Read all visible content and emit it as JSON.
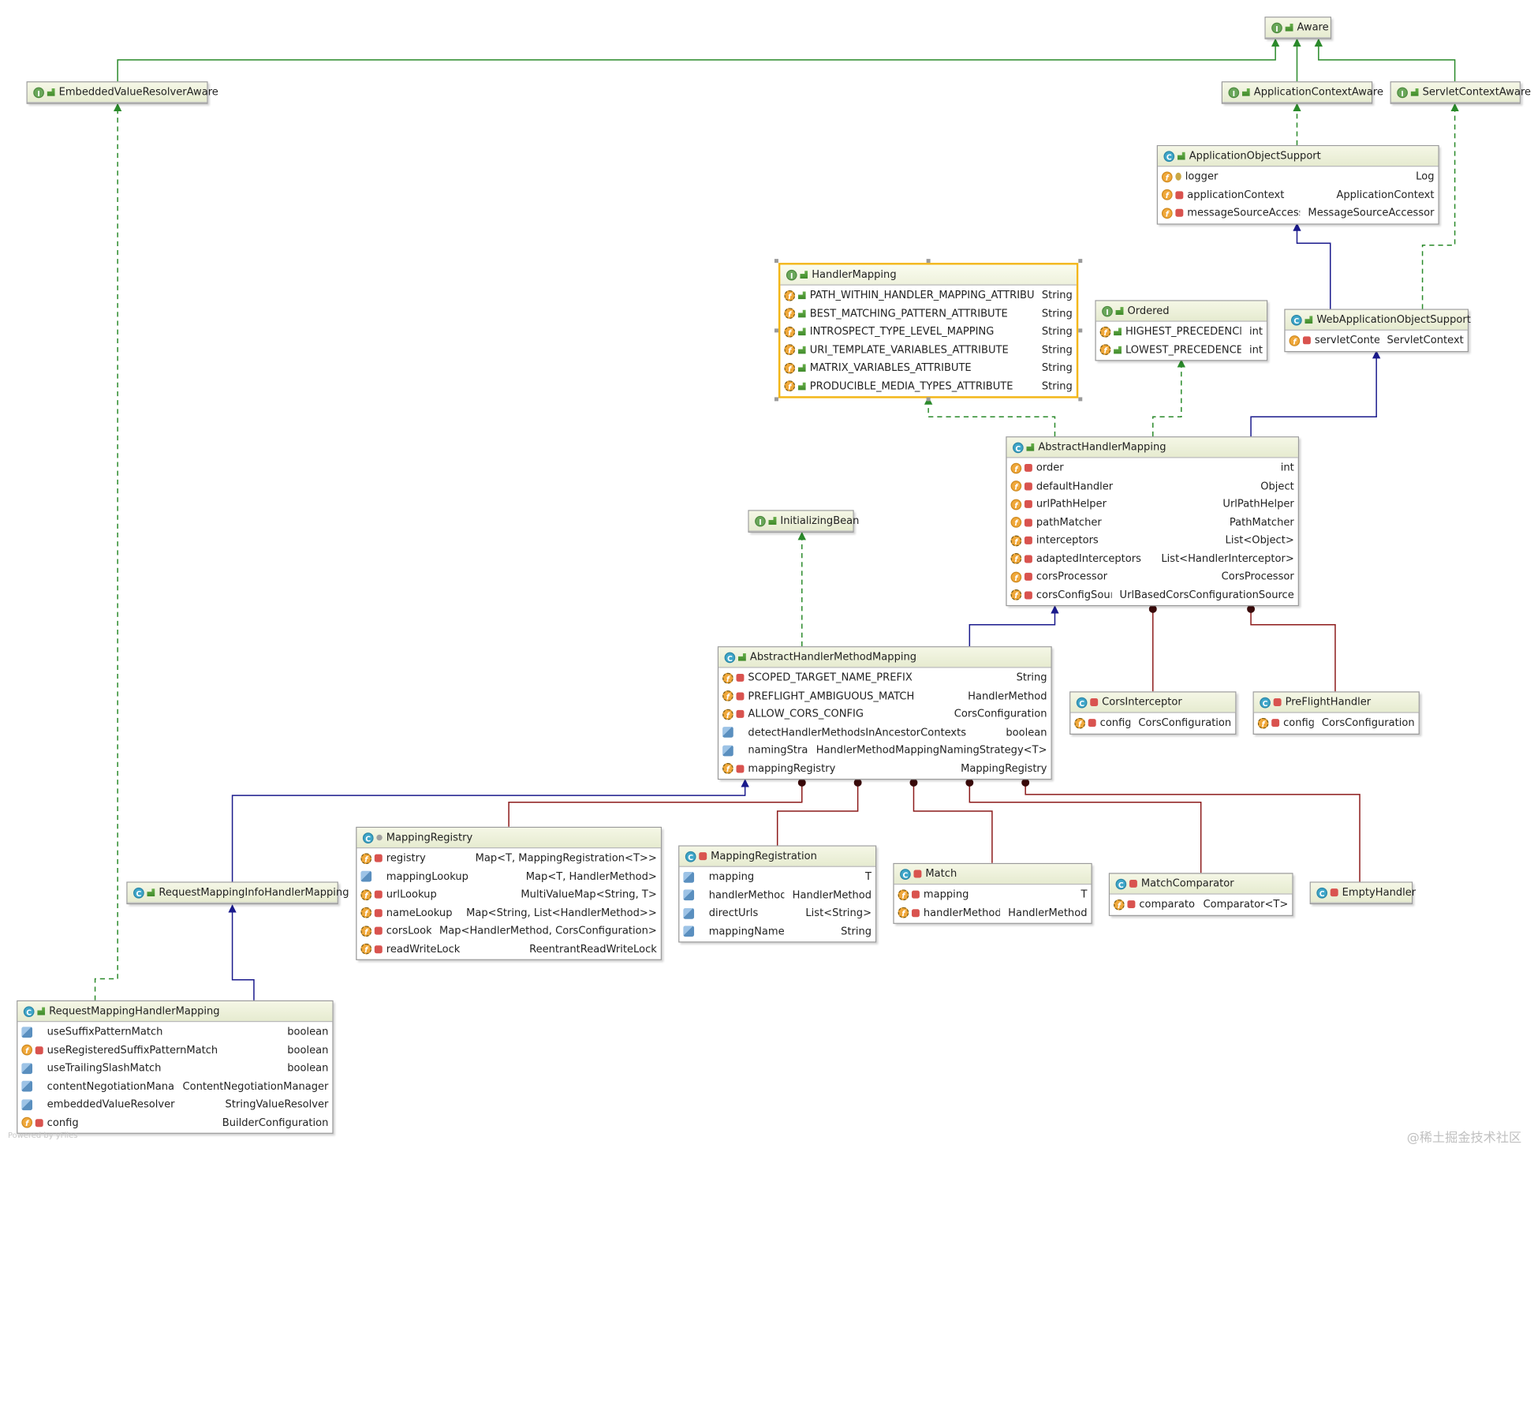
{
  "nodes": [
    {
      "id": "aware",
      "title": "Aware",
      "kind": "interface",
      "fields": []
    },
    {
      "id": "evra",
      "title": "EmbeddedValueResolverAware",
      "kind": "interface",
      "fields": []
    },
    {
      "id": "aca",
      "title": "ApplicationContextAware",
      "kind": "interface",
      "fields": []
    },
    {
      "id": "sca",
      "title": "ServletContextAware",
      "kind": "interface",
      "fields": []
    },
    {
      "id": "aos",
      "title": "ApplicationObjectSupport",
      "kind": "class",
      "fields": [
        {
          "name": "logger",
          "type": "Log",
          "icon": "field",
          "mod": "prot"
        },
        {
          "name": "applicationContext",
          "type": "ApplicationContext",
          "icon": "field",
          "mod": "private"
        },
        {
          "name": "messageSourceAccessor",
          "type": "MessageSourceAccessor",
          "icon": "field",
          "mod": "private"
        }
      ]
    },
    {
      "id": "hm",
      "title": "HandlerMapping",
      "kind": "interface",
      "selected": true,
      "fields": [
        {
          "name": "PATH_WITHIN_HANDLER_MAPPING_ATTRIBUTE",
          "type": "String",
          "icon": "static",
          "mod": "public"
        },
        {
          "name": "BEST_MATCHING_PATTERN_ATTRIBUTE",
          "type": "String",
          "icon": "static",
          "mod": "public"
        },
        {
          "name": "INTROSPECT_TYPE_LEVEL_MAPPING",
          "type": "String",
          "icon": "static",
          "mod": "public"
        },
        {
          "name": "URI_TEMPLATE_VARIABLES_ATTRIBUTE",
          "type": "String",
          "icon": "static",
          "mod": "public"
        },
        {
          "name": "MATRIX_VARIABLES_ATTRIBUTE",
          "type": "String",
          "icon": "static",
          "mod": "public"
        },
        {
          "name": "PRODUCIBLE_MEDIA_TYPES_ATTRIBUTE",
          "type": "String",
          "icon": "static",
          "mod": "public"
        }
      ]
    },
    {
      "id": "ordered",
      "title": "Ordered",
      "kind": "interface",
      "fields": [
        {
          "name": "HIGHEST_PRECEDENCE",
          "type": "int",
          "icon": "static",
          "mod": "public"
        },
        {
          "name": "LOWEST_PRECEDENCE",
          "type": "int",
          "icon": "static",
          "mod": "public"
        }
      ]
    },
    {
      "id": "waos",
      "title": "WebApplicationObjectSupport",
      "kind": "class",
      "fields": [
        {
          "name": "servletContext",
          "type": "ServletContext",
          "icon": "field",
          "mod": "private"
        }
      ]
    },
    {
      "id": "ahm",
      "title": "AbstractHandlerMapping",
      "kind": "class",
      "fields": [
        {
          "name": "order",
          "type": "int",
          "icon": "field",
          "mod": "private"
        },
        {
          "name": "defaultHandler",
          "type": "Object",
          "icon": "field",
          "mod": "private"
        },
        {
          "name": "urlPathHelper",
          "type": "UrlPathHelper",
          "icon": "field",
          "mod": "private"
        },
        {
          "name": "pathMatcher",
          "type": "PathMatcher",
          "icon": "field",
          "mod": "private"
        },
        {
          "name": "interceptors",
          "type": "List<Object>",
          "icon": "static",
          "mod": "private"
        },
        {
          "name": "adaptedInterceptors",
          "type": "List<HandlerInterceptor>",
          "icon": "static",
          "mod": "private"
        },
        {
          "name": "corsProcessor",
          "type": "CorsProcessor",
          "icon": "field",
          "mod": "private"
        },
        {
          "name": "corsConfigSource",
          "type": "UrlBasedCorsConfigurationSource",
          "icon": "static",
          "mod": "private"
        }
      ]
    },
    {
      "id": "ib",
      "title": "InitializingBean",
      "kind": "interface",
      "fields": []
    },
    {
      "id": "ahmm",
      "title": "AbstractHandlerMethodMapping",
      "kind": "class",
      "fields": [
        {
          "name": "SCOPED_TARGET_NAME_PREFIX",
          "type": "String",
          "icon": "static",
          "mod": "private"
        },
        {
          "name": "PREFLIGHT_AMBIGUOUS_MATCH",
          "type": "HandlerMethod",
          "icon": "static",
          "mod": "private"
        },
        {
          "name": "ALLOW_CORS_CONFIG",
          "type": "CorsConfiguration",
          "icon": "static",
          "mod": "private"
        },
        {
          "name": "detectHandlerMethodsInAncestorContexts",
          "type": "boolean",
          "icon": "field2",
          "mod": "none"
        },
        {
          "name": "namingStrategy",
          "type": "HandlerMethodMappingNamingStrategy<T>",
          "icon": "field2",
          "mod": "none"
        },
        {
          "name": "mappingRegistry",
          "type": "MappingRegistry",
          "icon": "static",
          "mod": "private"
        }
      ]
    },
    {
      "id": "ci",
      "title": "CorsInterceptor",
      "kind": "class",
      "fields": [
        {
          "name": "config",
          "type": "CorsConfiguration",
          "icon": "static",
          "mod": "private"
        }
      ]
    },
    {
      "id": "pfh",
      "title": "PreFlightHandler",
      "kind": "class",
      "fields": [
        {
          "name": "config",
          "type": "CorsConfiguration",
          "icon": "static",
          "mod": "private"
        }
      ]
    },
    {
      "id": "mr",
      "title": "MappingRegistry",
      "kind": "class",
      "fields": [
        {
          "name": "registry",
          "type": "Map<T, MappingRegistration<T>>",
          "icon": "static",
          "mod": "private"
        },
        {
          "name": "mappingLookup",
          "type": "Map<T, HandlerMethod>",
          "icon": "field2",
          "mod": "none"
        },
        {
          "name": "urlLookup",
          "type": "MultiValueMap<String, T>",
          "icon": "static",
          "mod": "private"
        },
        {
          "name": "nameLookup",
          "type": "Map<String, List<HandlerMethod>>",
          "icon": "static",
          "mod": "private"
        },
        {
          "name": "corsLookup",
          "type": "Map<HandlerMethod, CorsConfiguration>",
          "icon": "static",
          "mod": "private"
        },
        {
          "name": "readWriteLock",
          "type": "ReentrantReadWriteLock",
          "icon": "static",
          "mod": "private"
        }
      ]
    },
    {
      "id": "mreg",
      "title": "MappingRegistration",
      "kind": "class",
      "fields": [
        {
          "name": "mapping",
          "type": "T",
          "icon": "field2",
          "mod": "none"
        },
        {
          "name": "handlerMethod",
          "type": "HandlerMethod",
          "icon": "field2",
          "mod": "none"
        },
        {
          "name": "directUrls",
          "type": "List<String>",
          "icon": "field2",
          "mod": "none"
        },
        {
          "name": "mappingName",
          "type": "String",
          "icon": "field2",
          "mod": "none"
        }
      ]
    },
    {
      "id": "match",
      "title": "Match",
      "kind": "class",
      "fields": [
        {
          "name": "mapping",
          "type": "T",
          "icon": "static",
          "mod": "private"
        },
        {
          "name": "handlerMethod",
          "type": "HandlerMethod",
          "icon": "static",
          "mod": "private"
        }
      ]
    },
    {
      "id": "mc",
      "title": "MatchComparator",
      "kind": "class",
      "fields": [
        {
          "name": "comparator",
          "type": "Comparator<T>",
          "icon": "static",
          "mod": "private"
        }
      ]
    },
    {
      "id": "eh",
      "title": "EmptyHandler",
      "kind": "class",
      "fields": []
    },
    {
      "id": "rmihm",
      "title": "RequestMappingInfoHandlerMapping",
      "kind": "class",
      "fields": []
    },
    {
      "id": "rmhm",
      "title": "RequestMappingHandlerMapping",
      "kind": "class",
      "fields": [
        {
          "name": "useSuffixPatternMatch",
          "type": "boolean",
          "icon": "field2",
          "mod": "none"
        },
        {
          "name": "useRegisteredSuffixPatternMatch",
          "type": "boolean",
          "icon": "field",
          "mod": "private"
        },
        {
          "name": "useTrailingSlashMatch",
          "type": "boolean",
          "icon": "field2",
          "mod": "none"
        },
        {
          "name": "contentNegotiationManager",
          "type": "ContentNegotiationManager",
          "icon": "field2",
          "mod": "none"
        },
        {
          "name": "embeddedValueResolver",
          "type": "StringValueResolver",
          "icon": "field2",
          "mod": "none"
        },
        {
          "name": "config",
          "type": "BuilderConfiguration",
          "icon": "field",
          "mod": "private"
        }
      ]
    }
  ],
  "colors": {
    "implements": "#2a8a2a",
    "extends": "#1a1a8c",
    "inner": "#8c1a1a"
  },
  "watermark": {
    "left": "Powered by yFiles",
    "right": "@稀土掘金技术社区"
  }
}
